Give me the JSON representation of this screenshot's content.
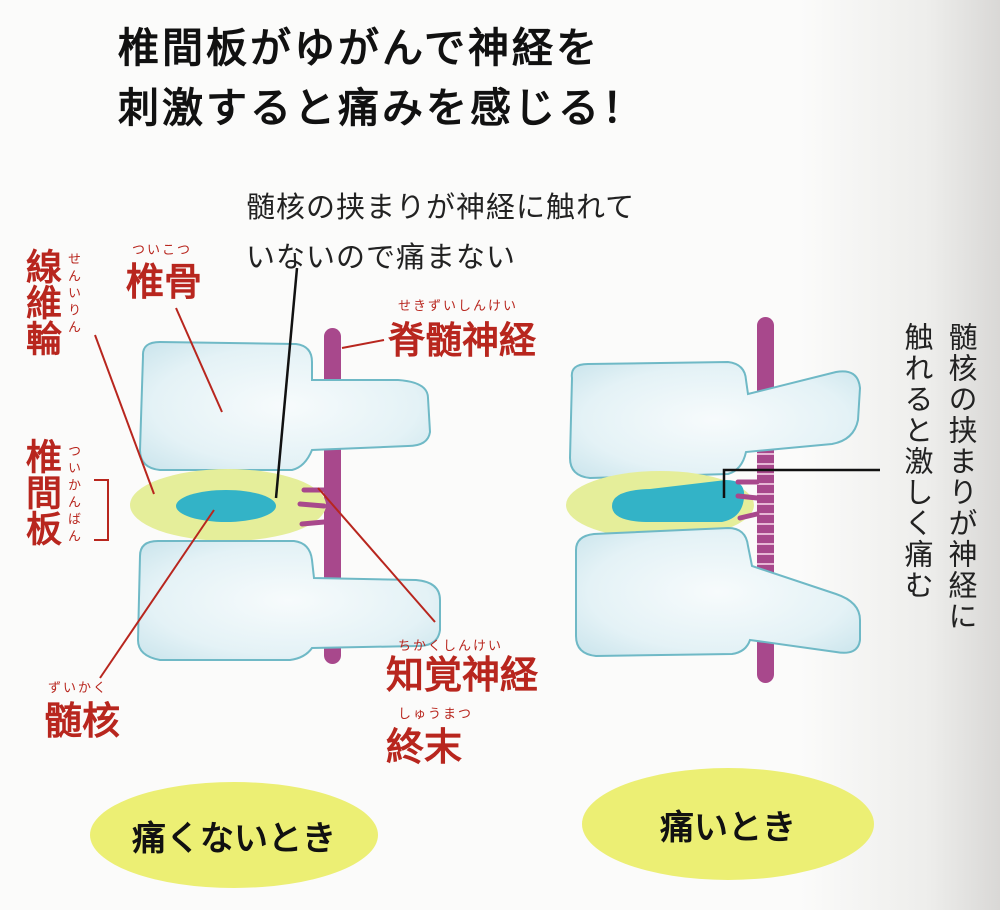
{
  "title": {
    "line1": "椎間板がゆがんで神経を",
    "line2": "刺激すると痛みを感じる！"
  },
  "notes": {
    "top_line1": "髄核の挟まりが神経に触れて",
    "top_line2": "いないので痛まない",
    "right_vertical": "髄核の挟まりが神経に\n触れると激しく痛む"
  },
  "labels": {
    "vertebra": {
      "text": "椎骨",
      "ruby": "ついこつ"
    },
    "spinal_nerve": {
      "text": "脊髄神経",
      "ruby": "せきずいしんけい"
    },
    "annulus": {
      "text": "線維輪",
      "ruby": "せんいりん"
    },
    "disc": {
      "text": "椎間板",
      "ruby": "ついかんばん"
    },
    "nucleus": {
      "text": "髄核",
      "ruby": "ずいかく"
    },
    "sensory_nerve": {
      "text": "知覚神経",
      "ruby": "ちかくしんけい"
    },
    "nerve_ending": {
      "text": "終末",
      "ruby": "しゅうまつ"
    }
  },
  "badges": {
    "no_pain": "痛くないとき",
    "pain": "痛いとき"
  },
  "colors": {
    "label_red": "#b8261e",
    "nerve_purple": "#a8488c",
    "disc_yellow": "#e5ee9a",
    "nucleus_blue": "#33b3c7",
    "bone_blue": "#e4f2f6",
    "bone_outline": "#6fb9c6",
    "badge_yellow": "#ecef74"
  }
}
